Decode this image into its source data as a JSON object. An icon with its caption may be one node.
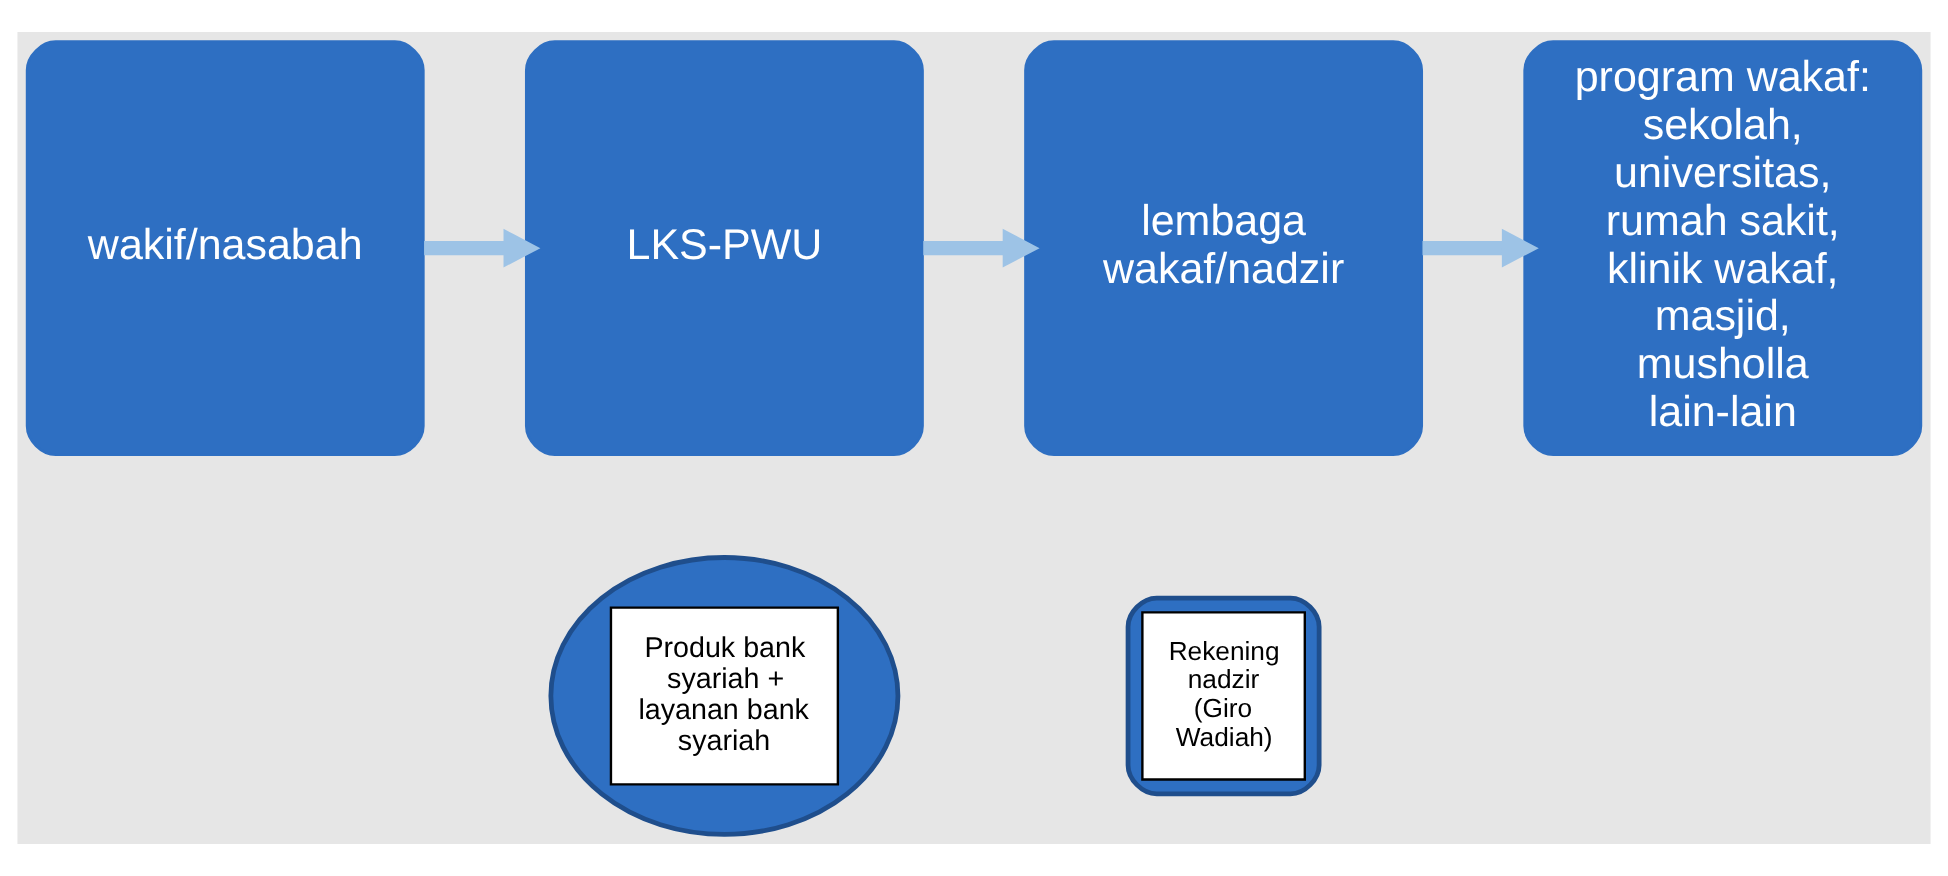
{
  "diagram": {
    "nodes": [
      {
        "text": [
          "wakif/nasabah"
        ]
      },
      {
        "text": [
          "LKS-PWU"
        ]
      },
      {
        "text": [
          "lembaga wakaf/nadzir"
        ]
      },
      {
        "text": [
          "program wakaf: sekolah, universitas, rumah sakit, klinik wakaf, masjid, musholla lain-lain"
        ]
      },
      {
        "text": [
          "Produk bank syariah + layanan bank syariah"
        ]
      },
      {
        "text": [
          "Rekening nadzir (Giro Wadiah)"
        ]
      }
    ],
    "edges": [
      {
        "from": 0,
        "to": 1,
        "arrow": "to"
      },
      {
        "from": 1,
        "to": 2,
        "arrow": "to"
      },
      {
        "from": 2,
        "to": 3,
        "arrow": "to"
      }
    ]
  }
}
